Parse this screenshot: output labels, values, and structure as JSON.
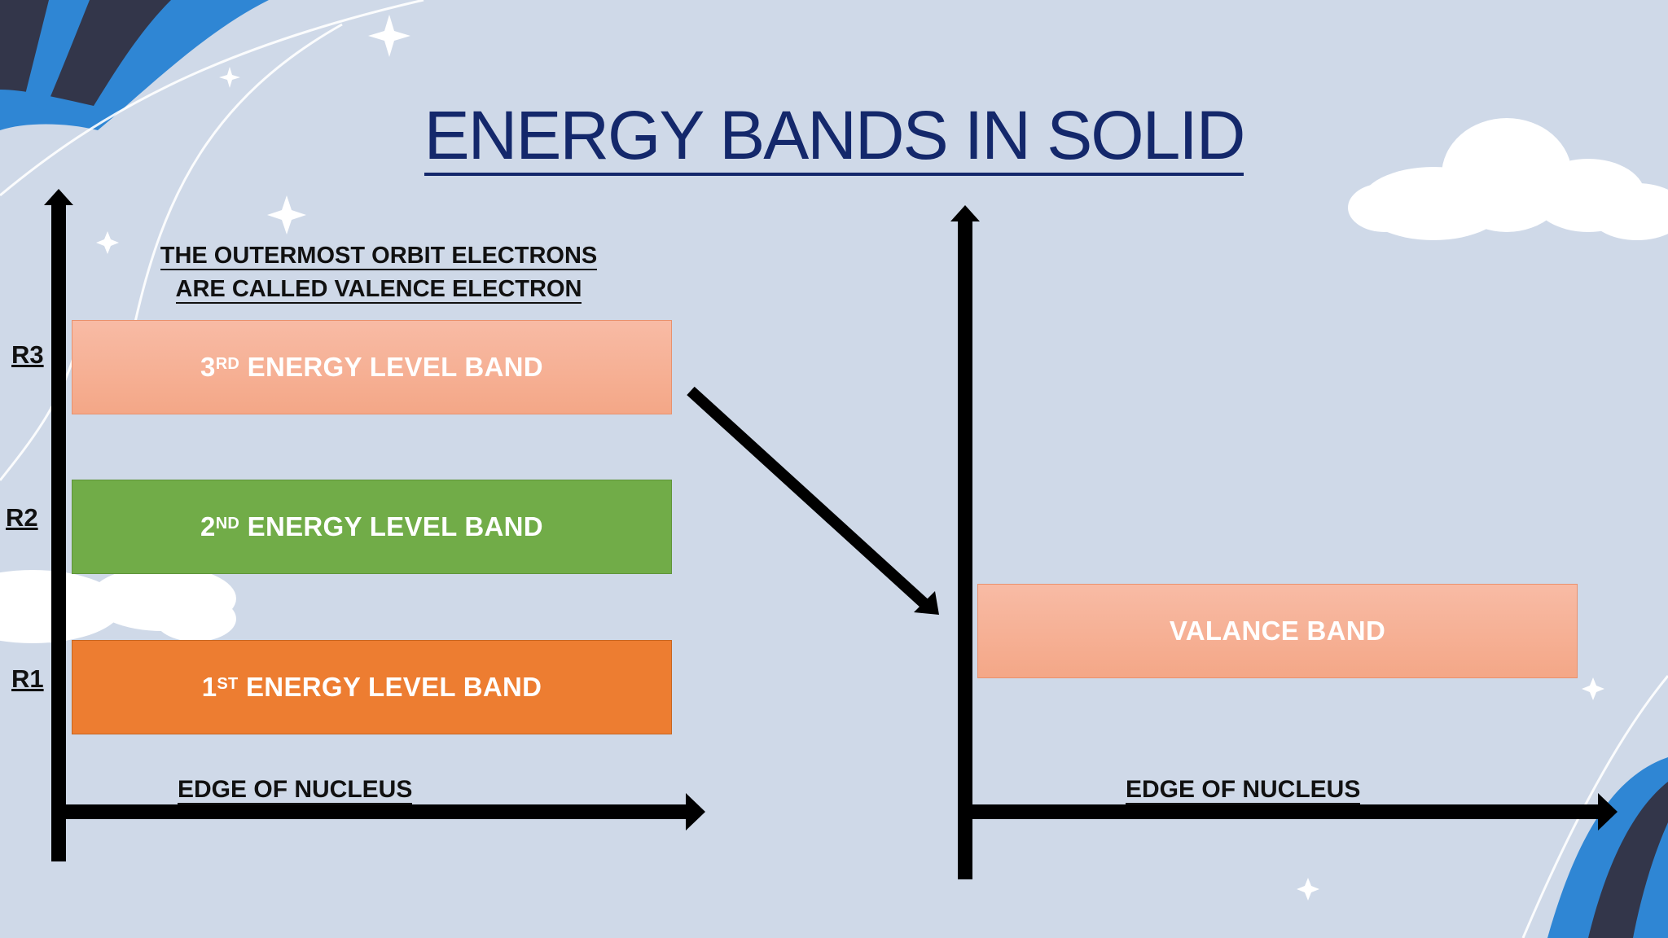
{
  "slide": {
    "title": "ENERGY BANDS IN SOLID",
    "note_line1": "THE OUTERMOST ORBIT ELECTRONS",
    "note_line2": "ARE CALLED VALENCE ELECTRON"
  },
  "left_diagram": {
    "axis_labels": [
      "R3",
      "R2",
      "R1"
    ],
    "bands": [
      {
        "num": "3",
        "sup": "RD",
        "text": "ENERGY LEVEL BAND",
        "color": "#f6ad92"
      },
      {
        "num": "2",
        "sup": "ND",
        "text": "ENERGY LEVEL BAND",
        "color": "#71ac48"
      },
      {
        "num": "1",
        "sup": "ST",
        "text": "ENERGY LEVEL BAND",
        "color": "#ed7d31"
      }
    ],
    "x_axis_label": "EDGE OF NUCLEUS"
  },
  "right_diagram": {
    "band": {
      "text": "VALANCE BAND",
      "color": "#f6ad92"
    },
    "x_axis_label": "EDGE OF NUCLEUS"
  },
  "colors": {
    "background": "#cfd9e8",
    "title": "#14286b",
    "accent_blue": "#2f86d4",
    "dark_navy": "#33364a"
  },
  "icons": [
    "sparkle-icon",
    "cloud-icon"
  ]
}
